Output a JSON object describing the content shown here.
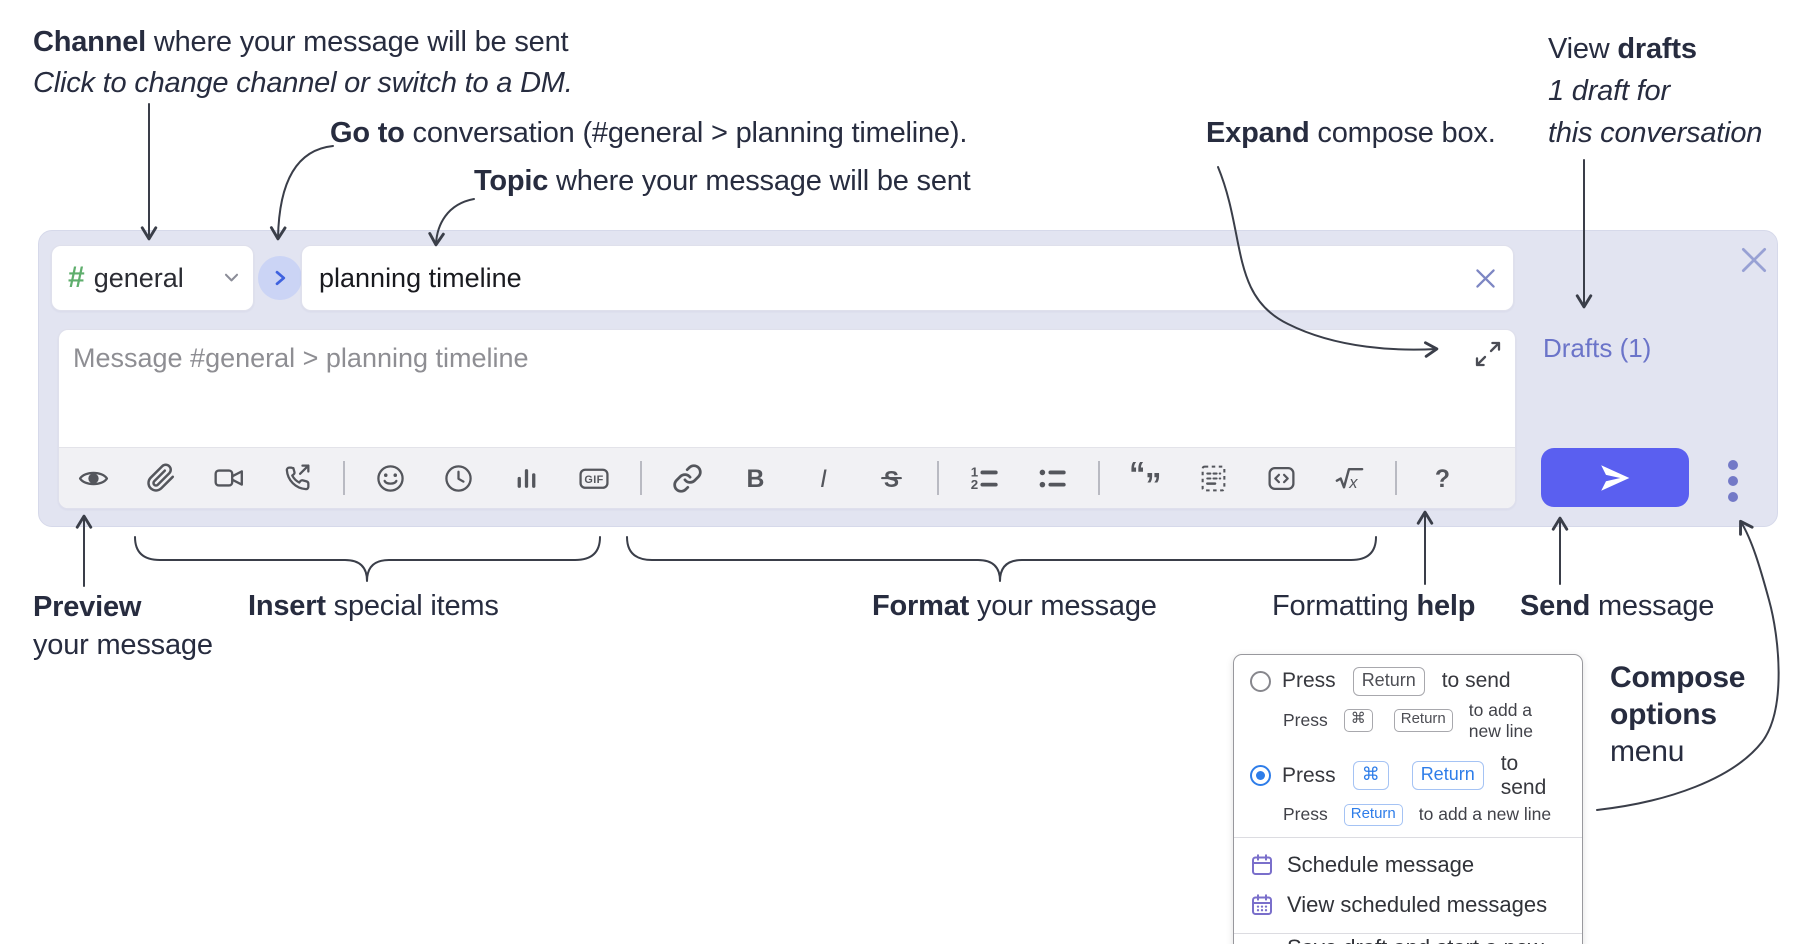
{
  "annotations": {
    "channel": {
      "bold": "Channel",
      "rest": " where your message will be sent",
      "sub": "Click to change channel or switch to a DM."
    },
    "go_to": {
      "bold": "Go to",
      "rest": " conversation (#general > planning timeline)."
    },
    "topic": {
      "bold": "Topic",
      "rest": " where your message will be sent"
    },
    "expand": {
      "bold": "Expand",
      "rest": " compose box."
    },
    "view_drafts": {
      "pre": "View ",
      "bold": "drafts",
      "line2": "1 draft for",
      "line3": "this conversation"
    },
    "preview": {
      "bold": "Preview",
      "line2": "your message"
    },
    "insert": {
      "bold": "Insert",
      "rest": " special items"
    },
    "format": {
      "bold": "Format",
      "rest": " your message"
    },
    "formatting_help": {
      "pre": "Formatting ",
      "bold": "help"
    },
    "send": {
      "bold": "Send",
      "rest": " message"
    },
    "compose_options": {
      "bold_line1": "Compose",
      "bold_line2": "options",
      "line3": "menu"
    }
  },
  "compose": {
    "channel_name": "general",
    "topic_value": "planning timeline",
    "message_placeholder": "Message #general > planning timeline",
    "drafts_label": "Drafts (1)"
  },
  "glyphs": {
    "hash": "#",
    "gif": "GIF",
    "bold": "B",
    "italic": "I",
    "strike": "S",
    "ol_1": "1",
    "ol_2": "2",
    "quote_open": "“",
    "quote_close": "”",
    "math_x": "x",
    "question": "?"
  },
  "menu": {
    "opt1": {
      "press": "Press",
      "key": "Return",
      "tail": "to send",
      "sub_press": "Press",
      "sub_key1": "⌘",
      "sub_key2": "Return",
      "sub_tail": "to add a new line"
    },
    "opt2": {
      "press": "Press",
      "key1": "⌘",
      "key2": "Return",
      "tail": "to send",
      "sub_press": "Press",
      "sub_key": "Return",
      "sub_tail": "to add a new line"
    },
    "schedule": "Schedule message",
    "view_scheduled": "View scheduled messages",
    "save_draft": "Save draft and start a new message"
  },
  "colors": {
    "panel": "#e2e4f1",
    "accent_send": "#5a5ff0",
    "drafts_link": "#6b74c9",
    "channel_hash": "#5fae6d",
    "menu_icon": "#7a6fcb",
    "radio_selected": "#2e7de9",
    "annotation_text": "#272c3f",
    "toolbar_icon": "#54565c"
  }
}
